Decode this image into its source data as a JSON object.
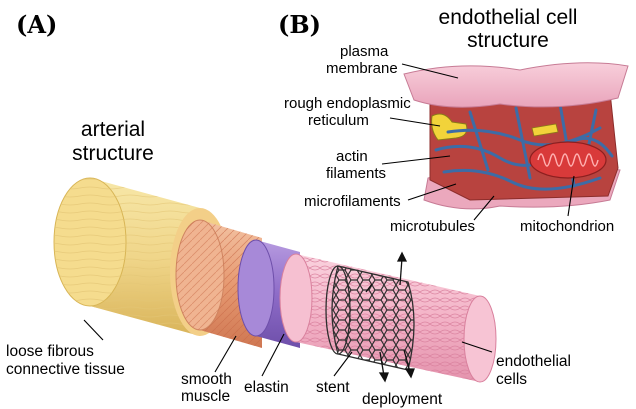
{
  "panels": {
    "a_label": "(A)",
    "b_label": "(B)"
  },
  "artery": {
    "title_line1": "arterial",
    "title_line2": "structure",
    "labels": {
      "loose_fibrous_line1": "loose fibrous",
      "loose_fibrous_line2": "connective tissue",
      "smooth_muscle_line1": "smooth",
      "smooth_muscle_line2": "muscle",
      "elastin": "elastin",
      "stent": "stent",
      "deployment": "deployment",
      "endothelial_line1": "endothelial",
      "endothelial_line2": "cells"
    }
  },
  "cell": {
    "title_line1": "endothelial cell",
    "title_line2": "structure",
    "labels": {
      "plasma_line1": "plasma",
      "plasma_line2": "membrane",
      "rer_line1": "rough endoplasmic",
      "rer_line2": "reticulum",
      "actin_line1": "actin",
      "actin_line2": "filaments",
      "microfilaments": "microfilaments",
      "microtubules": "microtubules",
      "mitochondrion": "mitochondrion"
    }
  },
  "colors": {
    "fibrous": "#f2d98a",
    "fibrous_dark": "#e0bf62",
    "muscle": "#e8a07a",
    "elastin": "#8c6cc4",
    "endothelium": "#f3b8cc",
    "stent": "#3a3a3a",
    "membrane": "#f1b6c8",
    "cytoplasm": "#c0524f",
    "microtubule": "#3f6fa8",
    "mito": "#d63a3a",
    "rer": "#f0d23a"
  }
}
